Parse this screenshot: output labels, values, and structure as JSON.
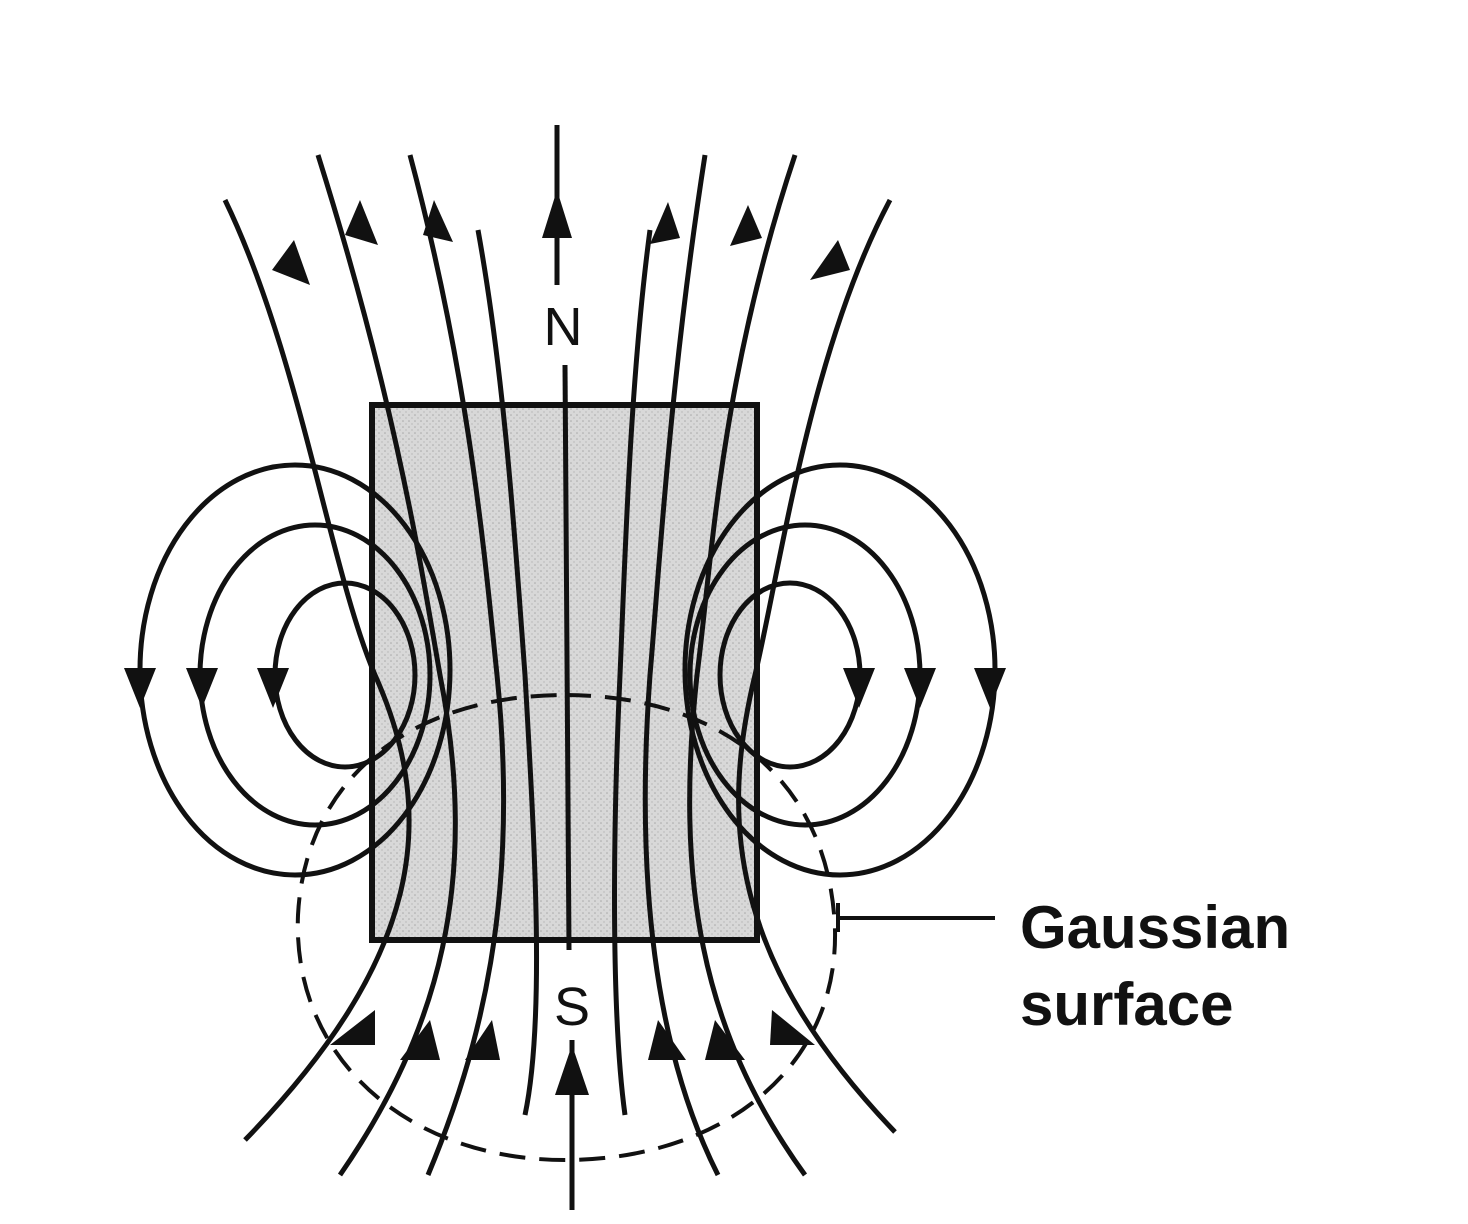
{
  "labels": {
    "north": "N",
    "south": "S",
    "gaussian_line1": "Gaussian",
    "gaussian_line2": "surface"
  },
  "colors": {
    "ink": "#111111",
    "magnet_fill": "#d6d6d6",
    "background": "#ffffff"
  }
}
